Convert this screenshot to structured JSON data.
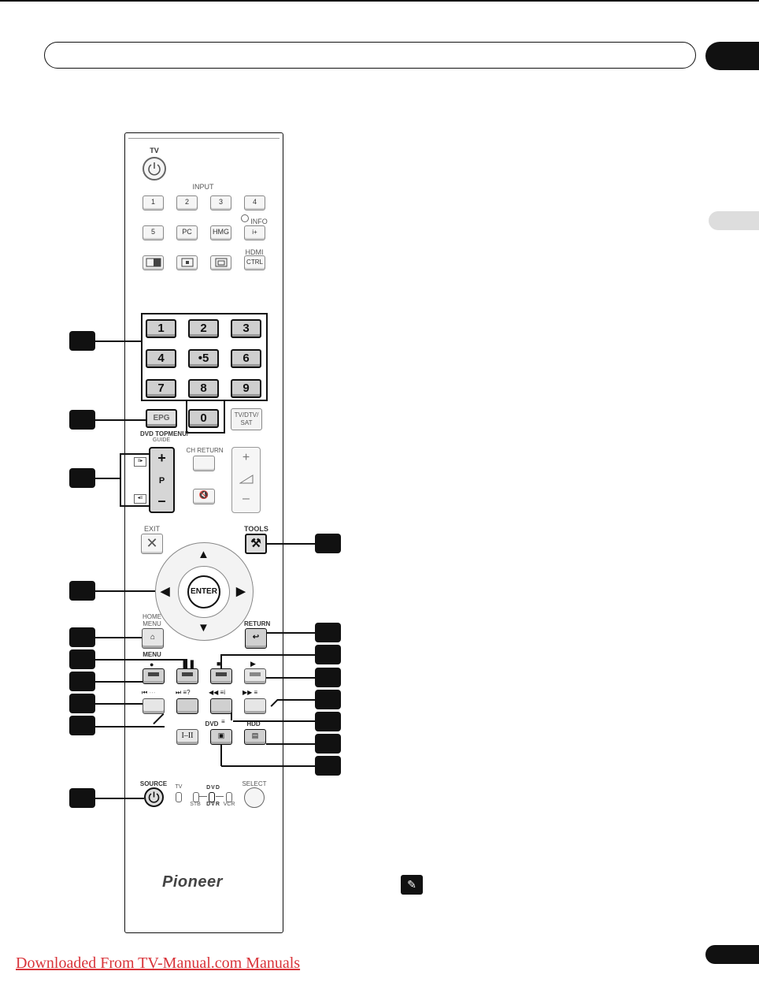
{
  "remote": {
    "tv_label": "TV",
    "input_label": "INPUT",
    "input_buttons": [
      "1",
      "2",
      "3",
      "4"
    ],
    "row2_buttons": [
      "5",
      "PC",
      "HMG"
    ],
    "info_label": "INFO",
    "hdmi_label": "HDMI",
    "ctrl_label": "CTRL",
    "numbers": [
      "1",
      "2",
      "3",
      "4",
      "•5",
      "6",
      "7",
      "8",
      "9",
      "0"
    ],
    "epg_label": "EPG",
    "dvd_topmenu_label": "DVD TOPMENU/",
    "guide_label": "GUIDE",
    "tv_dtv_sat_line1": "TV/DTV/",
    "tv_dtv_sat_line2": "SAT",
    "p_plus": "+",
    "p_label": "P",
    "p_minus": "–",
    "ch_return_label": "CH RETURN",
    "vol_plus": "+",
    "vol_minus": "–",
    "exit_label": "EXIT",
    "tools_label": "TOOLS",
    "enter_label": "ENTER",
    "home_menu_line1": "HOME",
    "home_menu_line2": "MENU",
    "return_label": "RETURN",
    "menu_label": "MENU",
    "i_ii_label": "I–II",
    "dvd_label": "DVD",
    "hdd_label": "HDD",
    "source_label": "SOURCE",
    "source_tv_label": "TV",
    "stb_label": "STB",
    "vcr_label": "VCR",
    "dvd_switch_label": "DVD",
    "dvr_switch_label": "DVR",
    "select_label": "SELECT",
    "brand": "Pioneer"
  },
  "footer": {
    "link_text": "Downloaded From TV-Manual.com Manuals"
  },
  "colors": {
    "footer_link": "#d9343a",
    "callout": "#111111",
    "side_tab": "#dddddd"
  }
}
